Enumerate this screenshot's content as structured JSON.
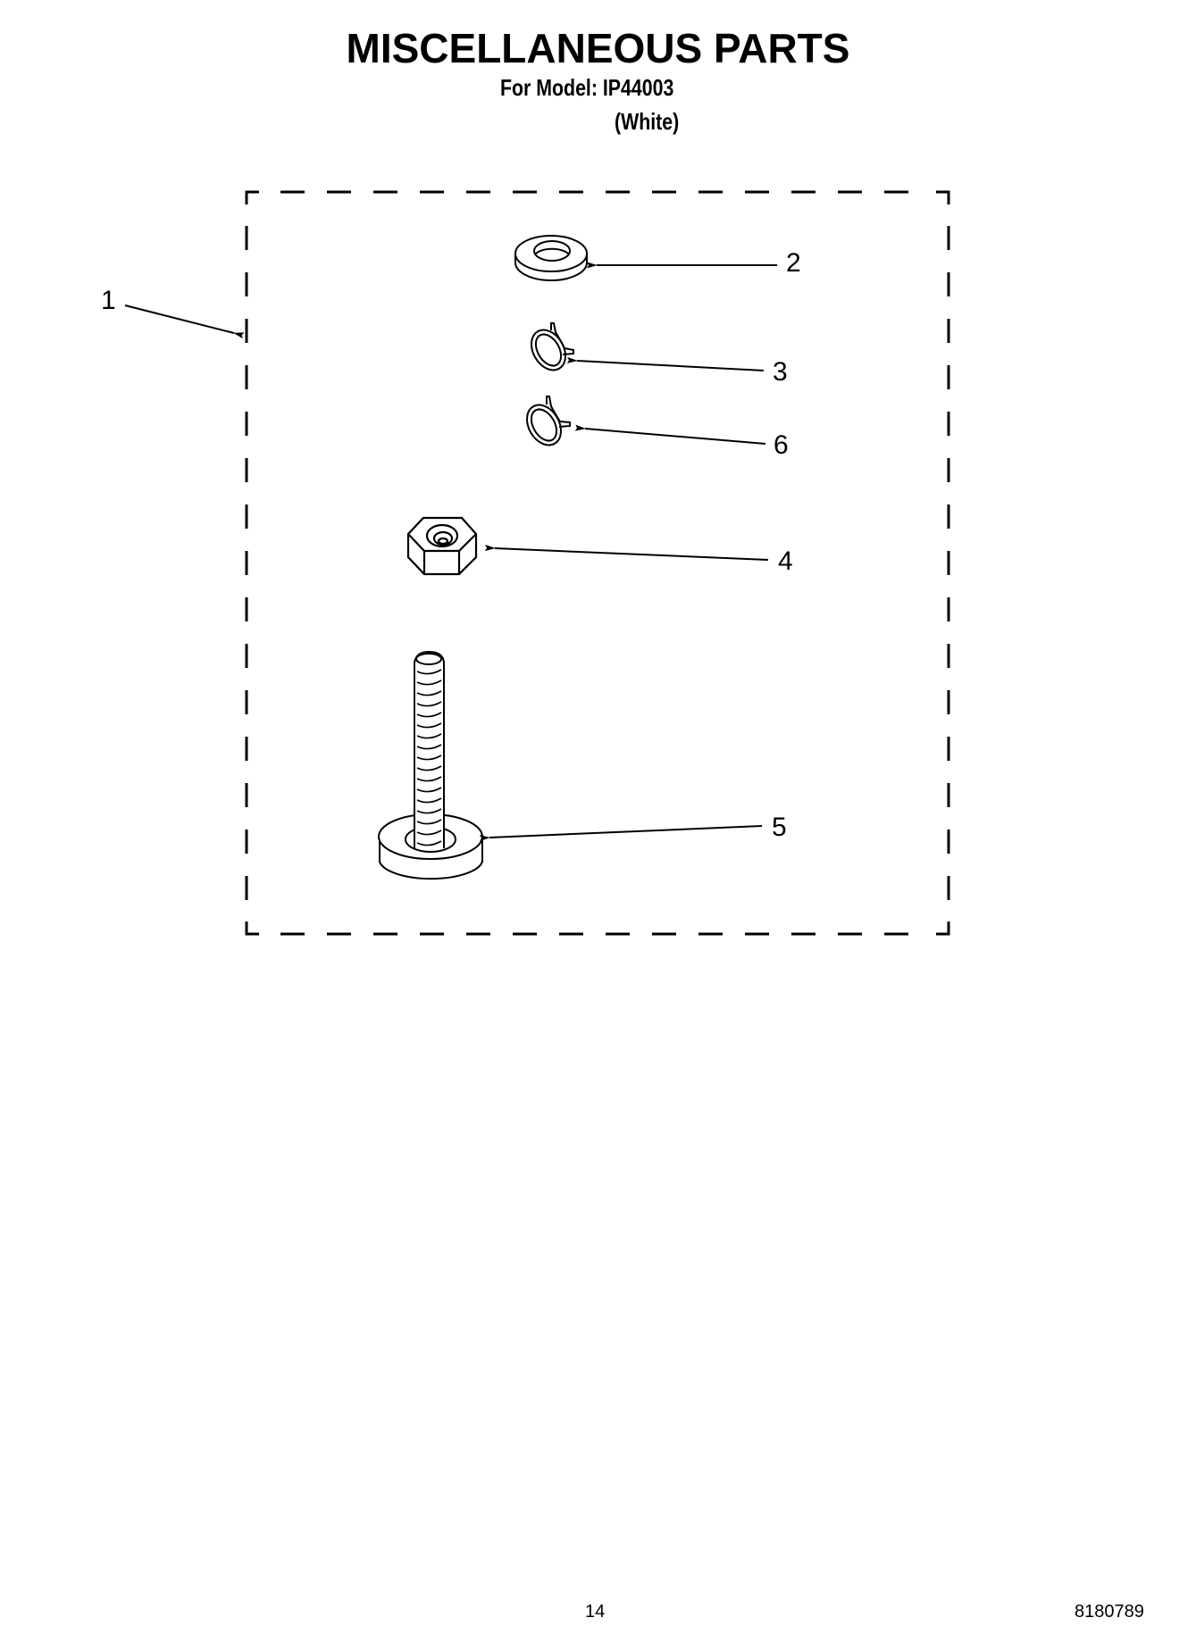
{
  "header": {
    "title": "MISCELLANEOUS PARTS",
    "model_line": "For Model: IP44003",
    "color_line": "(White)"
  },
  "diagram": {
    "callouts": [
      {
        "number": "1",
        "part": "parts-kit-outline"
      },
      {
        "number": "2",
        "part": "washer"
      },
      {
        "number": "3",
        "part": "hose-clamp"
      },
      {
        "number": "4",
        "part": "hex-nut"
      },
      {
        "number": "5",
        "part": "leveling-leg"
      },
      {
        "number": "6",
        "part": "hose-clamp"
      }
    ]
  },
  "footer": {
    "page_number": "14",
    "document_number": "8180789"
  }
}
